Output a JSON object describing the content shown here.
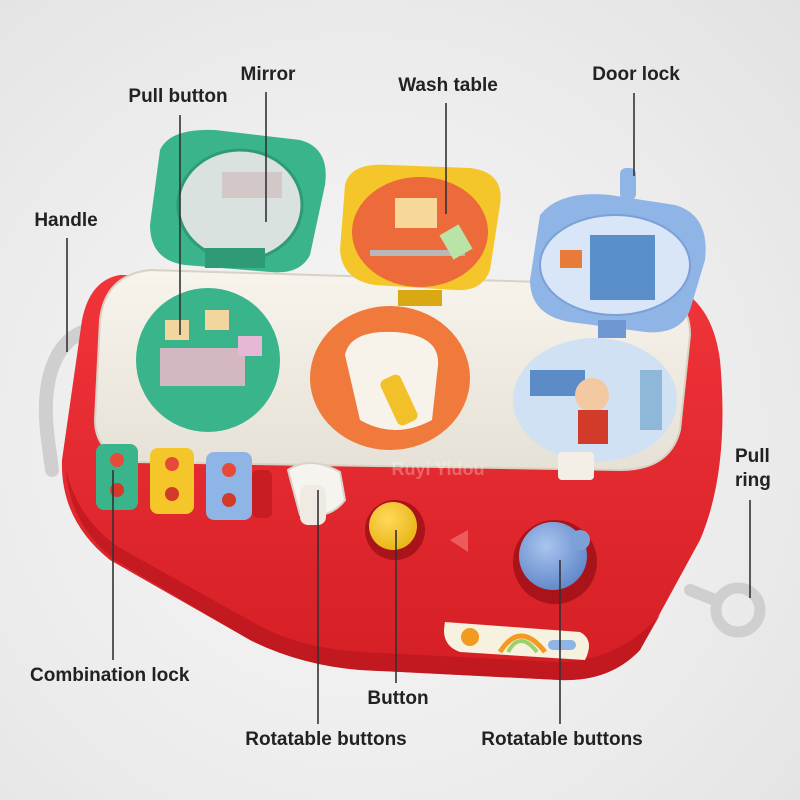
{
  "labels": {
    "mirror": "Mirror",
    "pull_button": "Pull button",
    "wash_table": "Wash table",
    "door_lock": "Door lock",
    "handle": "Handle",
    "pull_ring_line1": "Pull",
    "pull_ring_line2": "ring",
    "combination_lock": "Combination lock",
    "button": "Button",
    "rotatable_buttons_left": "Rotatable buttons",
    "rotatable_buttons_right": "Rotatable buttons"
  },
  "watermark": "Ruyi Yidou",
  "colors": {
    "body_red": "#e8262b",
    "body_shadow": "#c81d22",
    "tray_cream": "#f1ede4",
    "green_lid": "#3ab48a",
    "yellow_lid": "#f4c62a",
    "blue_lid": "#8fb4e6",
    "leader_line": "#333333",
    "label_text": "#222222"
  }
}
